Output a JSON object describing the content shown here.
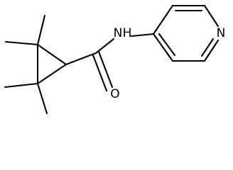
{
  "molecule": {
    "atoms": {
      "amide_nitrogen": "N",
      "amide_hydrogen": "H",
      "carbonyl_oxygen": "O",
      "pyridine_nitrogen": "N"
    },
    "colors": {
      "bond": "#000000",
      "label": "#000000",
      "background": "#ffffff"
    }
  }
}
